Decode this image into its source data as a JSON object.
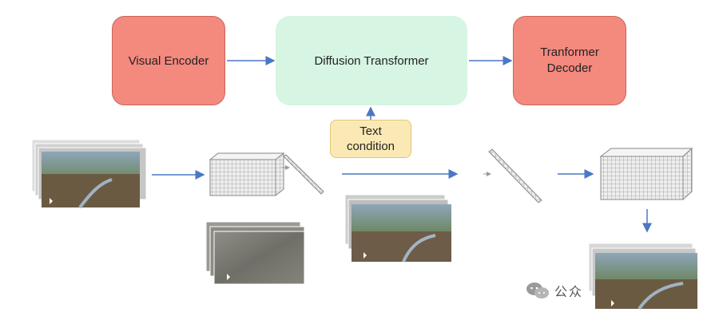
{
  "boxes": {
    "visual_encoder": "Visual Encoder",
    "diffusion_transformer": "Diffusion Transformer",
    "transformer_decoder": "Tranformer\nDecoder",
    "text_condition": "Text\ncondition"
  },
  "watermark": {
    "text": "公众",
    "icon": "wechat-icon"
  },
  "colors": {
    "encoder_fill": "#f4897e",
    "dit_fill": "#d6f5e2",
    "text_fill": "#fbe9b5",
    "arrow": "#4a78c4"
  }
}
